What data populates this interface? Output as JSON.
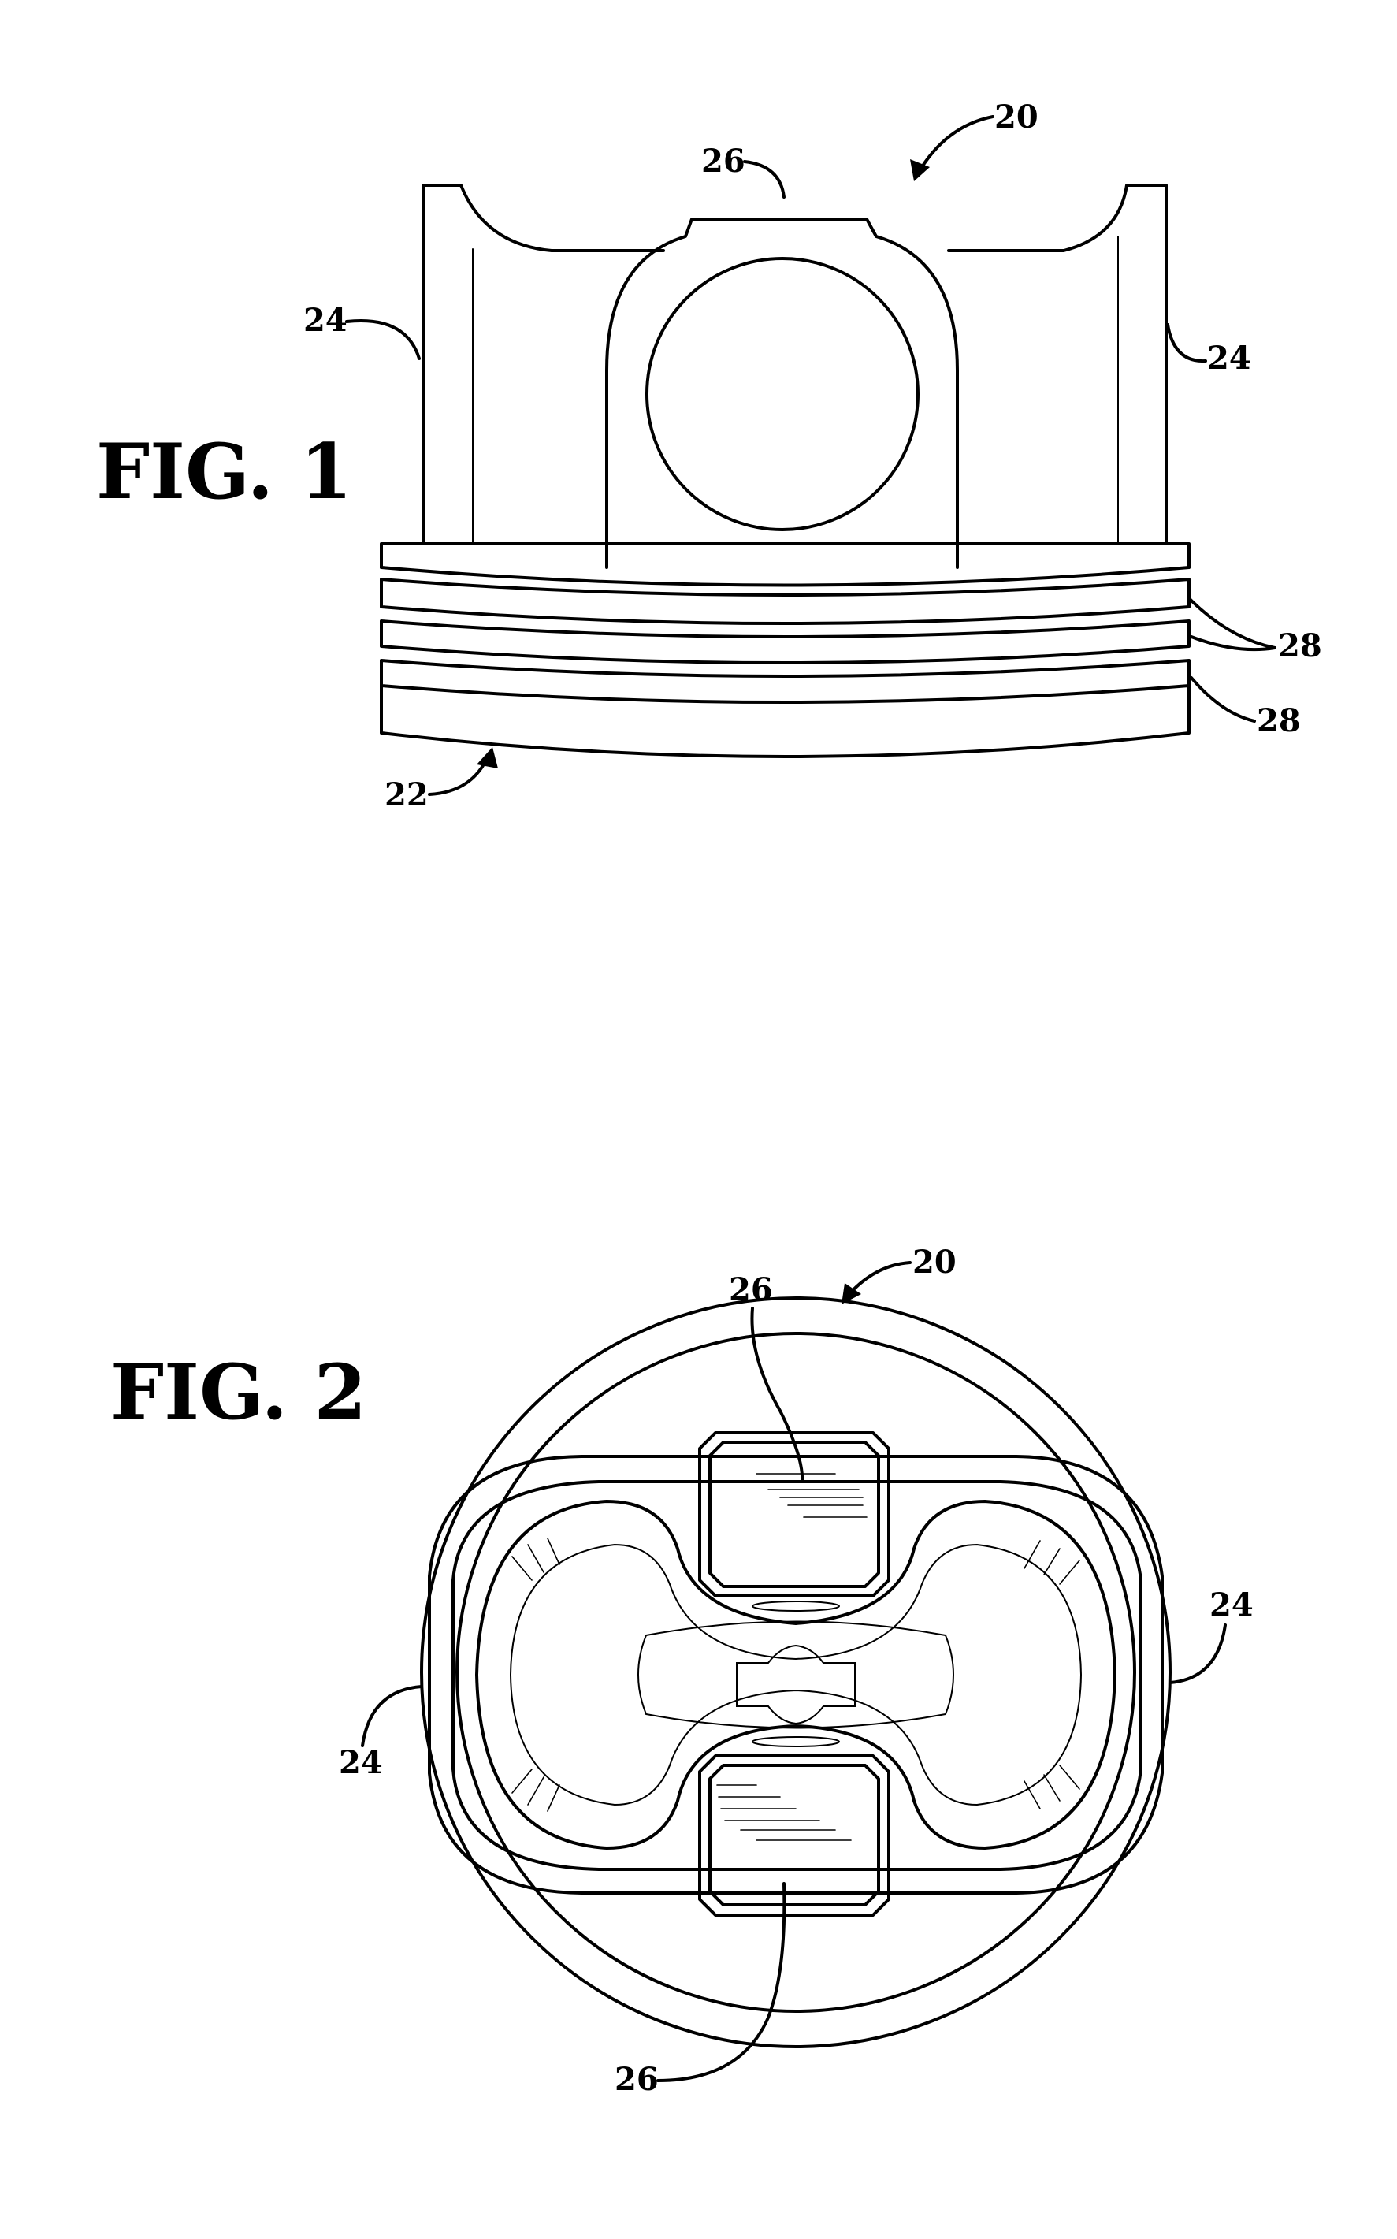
{
  "figures": [
    {
      "label": "FIG.  1",
      "callouts": {
        "piston": "20",
        "crown": "22",
        "skirt_left": "24",
        "skirt_right": "24",
        "pin_boss": "26",
        "ring_groove_upper": "28",
        "ring_groove_lower": "28"
      }
    },
    {
      "label": "FIG.  2",
      "callouts": {
        "piston": "20",
        "pin_boss_top": "26",
        "pin_boss_bottom": "26",
        "skirt_left": "24",
        "skirt_right": "24"
      }
    }
  ]
}
